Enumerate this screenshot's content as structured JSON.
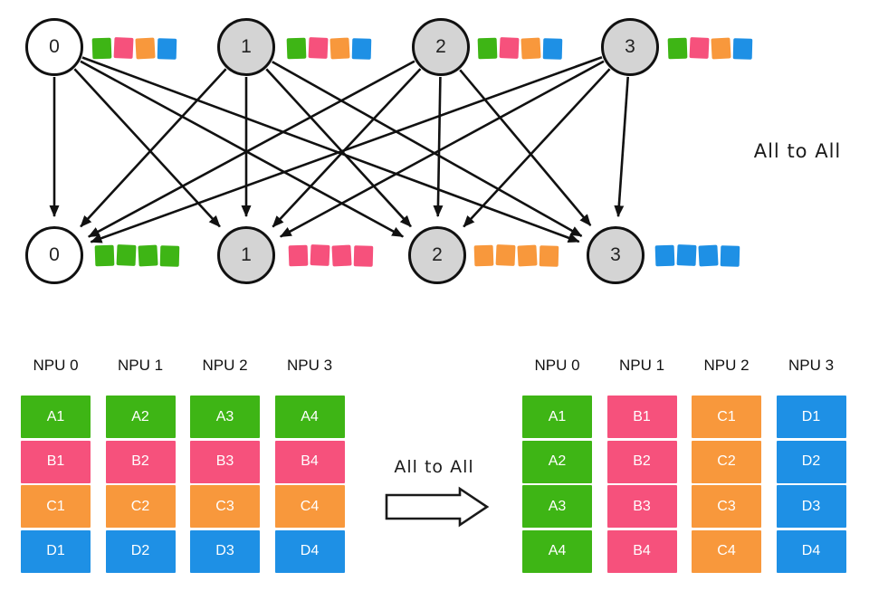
{
  "colors": {
    "green": "#3eb515",
    "pink": "#f6517c",
    "orange": "#f8983c",
    "blue": "#1e90e5",
    "node_gray": "#d4d4d4",
    "node_white": "#ffffff",
    "edge_black": "#111111"
  },
  "graph": {
    "side_label": "All to All",
    "top_nodes": [
      {
        "label": "0",
        "fill": "white",
        "chunks": [
          "green",
          "pink",
          "orange",
          "blue"
        ]
      },
      {
        "label": "1",
        "fill": "gray",
        "chunks": [
          "green",
          "pink",
          "orange",
          "blue"
        ]
      },
      {
        "label": "2",
        "fill": "gray",
        "chunks": [
          "green",
          "pink",
          "orange",
          "blue"
        ]
      },
      {
        "label": "3",
        "fill": "gray",
        "chunks": [
          "green",
          "pink",
          "orange",
          "blue"
        ]
      }
    ],
    "bottom_nodes": [
      {
        "label": "0",
        "fill": "white",
        "chunks": [
          "green",
          "green",
          "green",
          "green"
        ]
      },
      {
        "label": "1",
        "fill": "gray",
        "chunks": [
          "pink",
          "pink",
          "pink",
          "pink"
        ]
      },
      {
        "label": "2",
        "fill": "gray",
        "chunks": [
          "orange",
          "orange",
          "orange",
          "orange"
        ]
      },
      {
        "label": "3",
        "fill": "gray",
        "chunks": [
          "blue",
          "blue",
          "blue",
          "blue"
        ]
      }
    ]
  },
  "exchange": {
    "label": "All to All"
  },
  "tables": {
    "before": {
      "headers": [
        "NPU 0",
        "NPU 1",
        "NPU 2",
        "NPU 3"
      ],
      "columns": [
        [
          {
            "label": "A1",
            "color": "green"
          },
          {
            "label": "B1",
            "color": "pink"
          },
          {
            "label": "C1",
            "color": "orange"
          },
          {
            "label": "D1",
            "color": "blue"
          }
        ],
        [
          {
            "label": "A2",
            "color": "green"
          },
          {
            "label": "B2",
            "color": "pink"
          },
          {
            "label": "C2",
            "color": "orange"
          },
          {
            "label": "D2",
            "color": "blue"
          }
        ],
        [
          {
            "label": "A3",
            "color": "green"
          },
          {
            "label": "B3",
            "color": "pink"
          },
          {
            "label": "C3",
            "color": "orange"
          },
          {
            "label": "D3",
            "color": "blue"
          }
        ],
        [
          {
            "label": "A4",
            "color": "green"
          },
          {
            "label": "B4",
            "color": "pink"
          },
          {
            "label": "C4",
            "color": "orange"
          },
          {
            "label": "D4",
            "color": "blue"
          }
        ]
      ]
    },
    "after": {
      "headers": [
        "NPU 0",
        "NPU 1",
        "NPU 2",
        "NPU 3"
      ],
      "columns": [
        [
          {
            "label": "A1",
            "color": "green"
          },
          {
            "label": "A2",
            "color": "green"
          },
          {
            "label": "A3",
            "color": "green"
          },
          {
            "label": "A4",
            "color": "green"
          }
        ],
        [
          {
            "label": "B1",
            "color": "pink"
          },
          {
            "label": "B2",
            "color": "pink"
          },
          {
            "label": "B3",
            "color": "pink"
          },
          {
            "label": "B4",
            "color": "pink"
          }
        ],
        [
          {
            "label": "C1",
            "color": "orange"
          },
          {
            "label": "C2",
            "color": "orange"
          },
          {
            "label": "C3",
            "color": "orange"
          },
          {
            "label": "C4",
            "color": "orange"
          }
        ],
        [
          {
            "label": "D1",
            "color": "blue"
          },
          {
            "label": "D2",
            "color": "blue"
          },
          {
            "label": "D3",
            "color": "blue"
          },
          {
            "label": "D4",
            "color": "blue"
          }
        ]
      ]
    }
  }
}
